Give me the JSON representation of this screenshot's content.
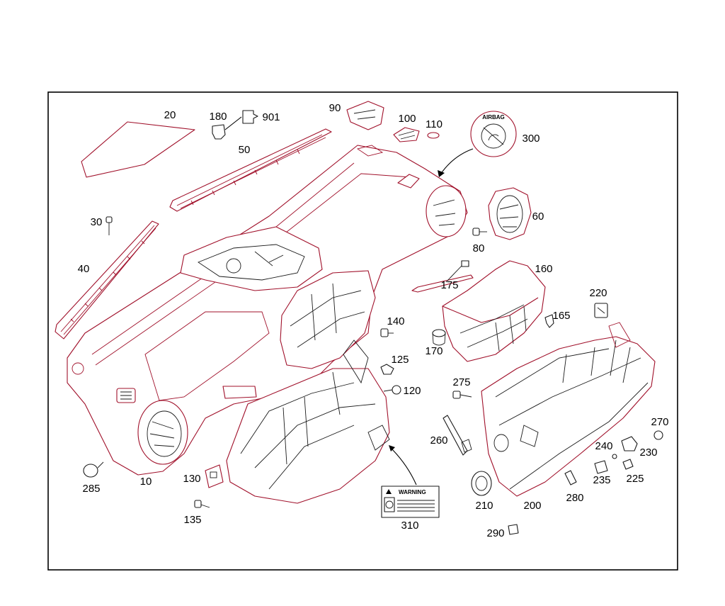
{
  "callouts": {
    "p10": "10",
    "p20": "20",
    "p30": "30",
    "p40": "40",
    "p50": "50",
    "p60": "60",
    "p80": "80",
    "p90": "90",
    "p100": "100",
    "p110": "110",
    "p120": "120",
    "p125": "125",
    "p130": "130",
    "p135": "135",
    "p140": "140",
    "p160": "160",
    "p165": "165",
    "p170": "170",
    "p175": "175",
    "p180": "180",
    "p200": "200",
    "p210": "210",
    "p220": "220",
    "p225": "225",
    "p230": "230",
    "p235": "235",
    "p240": "240",
    "p260": "260",
    "p270": "270",
    "p275": "275",
    "p280": "280",
    "p285": "285",
    "p290": "290",
    "p300": "300",
    "p310": "310",
    "p901": "901"
  },
  "warning_label": {
    "heading": "WARNING"
  },
  "airbag_label": {
    "text": "AIRBAG"
  },
  "colors": {
    "line_art": "#a0102a",
    "ink": "#000000"
  }
}
